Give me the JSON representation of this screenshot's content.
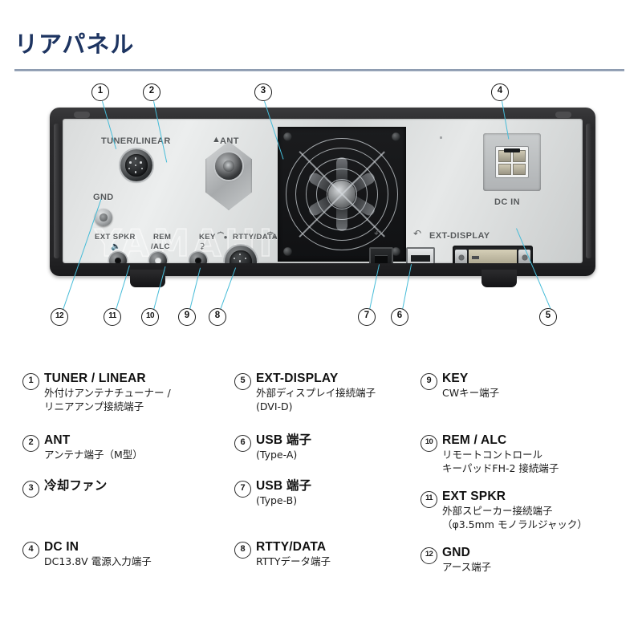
{
  "header": {
    "title": "リアパネル"
  },
  "photo": {
    "watermark": "YAMAHIRO",
    "panel_labels": [
      {
        "name": "tuner-linear",
        "text": "TUNER/LINEAR"
      },
      {
        "name": "ant",
        "text": "ANT"
      },
      {
        "name": "gnd",
        "text": "GND"
      },
      {
        "name": "ext-spkr",
        "text": "EXT SPKR"
      },
      {
        "name": "rem-alc-1",
        "text": "REM"
      },
      {
        "name": "rem-alc-2",
        "text": "/ALC"
      },
      {
        "name": "key",
        "text": "KEY"
      },
      {
        "name": "rtty-data",
        "text": "RTTY/DATA"
      },
      {
        "name": "dc-in",
        "text": "DC IN"
      },
      {
        "name": "ext-display",
        "text": "EXT-DISPLAY"
      }
    ],
    "callouts": [
      {
        "n": "1"
      },
      {
        "n": "2"
      },
      {
        "n": "3"
      },
      {
        "n": "4"
      },
      {
        "n": "5"
      },
      {
        "n": "6"
      },
      {
        "n": "7"
      },
      {
        "n": "8"
      },
      {
        "n": "9"
      },
      {
        "n": "10"
      },
      {
        "n": "11"
      },
      {
        "n": "12"
      }
    ]
  },
  "legend": {
    "columns": [
      {
        "items": [
          {
            "num": "1",
            "title": "TUNER / LINEAR",
            "desc": "外付けアンテナチューナー /\nリニアアンプ接続端子"
          },
          {
            "num": "2",
            "title": "ANT",
            "desc": "アンテナ端子（M型）"
          },
          {
            "num": "3",
            "title": "冷却ファン",
            "desc": ""
          },
          {
            "num": "4",
            "title": "DC IN",
            "desc": "DC13.8V 電源入力端子"
          }
        ]
      },
      {
        "items": [
          {
            "num": "5",
            "title": "EXT-DISPLAY",
            "desc": "外部ディスプレイ接続端子\n(DVI-D)"
          },
          {
            "num": "6",
            "title": "USB 端子",
            "desc": "(Type-A)"
          },
          {
            "num": "7",
            "title": "USB 端子",
            "desc": "(Type-B)"
          },
          {
            "num": "8",
            "title": "RTTY/DATA",
            "desc": "RTTYデータ端子"
          }
        ]
      },
      {
        "items": [
          {
            "num": "9",
            "title": "KEY",
            "desc": "CWキー端子"
          },
          {
            "num": "10",
            "title": "REM / ALC",
            "desc": "リモートコントロール\nキーパッドFH-2 接続端子"
          },
          {
            "num": "11",
            "title": "EXT SPKR",
            "desc": "外部スピーカー接続端子\n（φ3.5mm モノラルジャック）"
          },
          {
            "num": "12",
            "title": "GND",
            "desc": "アース端子"
          }
        ]
      }
    ]
  },
  "colors": {
    "title": "#1d3461",
    "leader": "#46bcd8",
    "rule": "#8b99ad"
  }
}
